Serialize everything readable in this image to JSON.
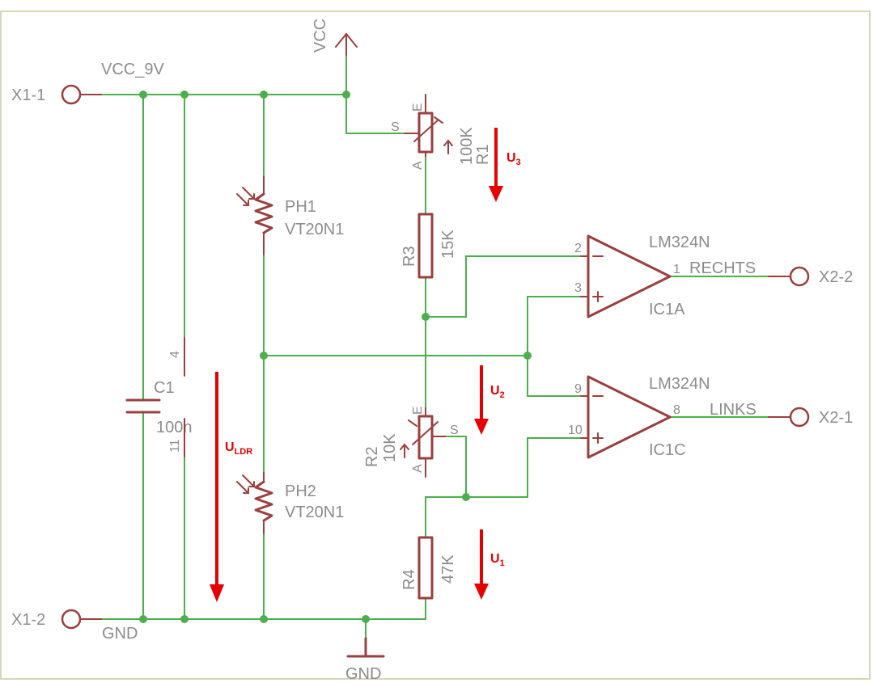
{
  "nets": {
    "vcc": "VCC",
    "vcc_9v": "VCC_9V",
    "gnd_wire": "GND",
    "gnd_symbol": "GND"
  },
  "connectors": {
    "x1_1": "X1-1",
    "x1_2": "X1-2",
    "x2_2": "X2-2",
    "x2_1": "X2-1"
  },
  "components": {
    "ph1": {
      "name": "PH1",
      "value": "VT20N1"
    },
    "ph2": {
      "name": "PH2",
      "value": "VT20N1"
    },
    "r1": {
      "name": "R1",
      "value": "100K",
      "pin_e": "E",
      "pin_s": "S",
      "pin_a": "A"
    },
    "r2": {
      "name": "R2",
      "value": "10K",
      "pin_e": "E",
      "pin_s": "S",
      "pin_a": "A"
    },
    "r3": {
      "name": "R3",
      "value": "15K"
    },
    "r4": {
      "name": "R4",
      "value": "47K"
    },
    "c1": {
      "name": "C1",
      "value": "100n"
    },
    "power_pins": {
      "vcc_pin": "4",
      "gnd_pin": "11"
    },
    "ic1a": {
      "part": "LM324N",
      "name": "IC1A",
      "pin_minus": "2",
      "pin_plus": "3",
      "pin_out": "1",
      "net_out": "RECHTS"
    },
    "ic1c": {
      "part": "LM324N",
      "name": "IC1C",
      "pin_minus": "9",
      "pin_plus": "10",
      "pin_out": "8",
      "net_out": "LINKS"
    }
  },
  "voltages": {
    "u3": {
      "main": "U",
      "sub": "3"
    },
    "u2": {
      "main": "U",
      "sub": "2"
    },
    "u1": {
      "main": "U",
      "sub": "1"
    },
    "uldr": {
      "main": "U",
      "sub": "LDR"
    }
  },
  "colors": {
    "wire": "#4cae4c",
    "symbol": "#9a3f3f",
    "label": "#8c8c8c",
    "voltage_arrow": "#e60000"
  }
}
